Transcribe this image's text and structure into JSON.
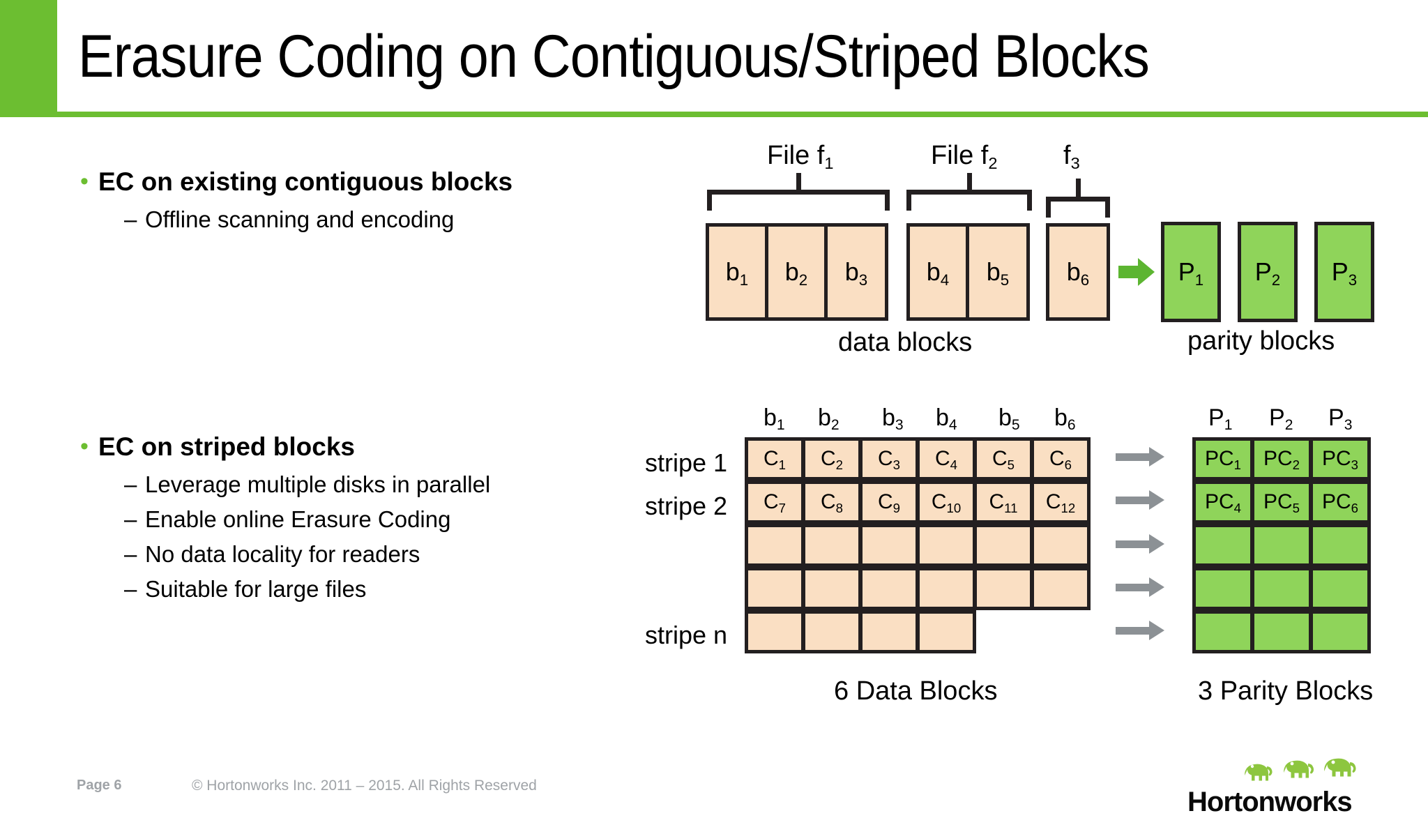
{
  "slide": {
    "title": "Erasure Coding on Contiguous/Striped Blocks",
    "accent_green": "#6CBE31",
    "peach_block": "#FADFC3",
    "green_block": "#8FD45A",
    "gray_arrow": "#8C9195"
  },
  "content": {
    "sections": [
      {
        "heading": "EC on existing contiguous blocks",
        "bullet_glyph": "•",
        "sub_items": [
          {
            "dash": "–",
            "text": "Offline scanning and encoding"
          }
        ]
      },
      {
        "heading": "EC on striped blocks",
        "bullet_glyph": "•",
        "sub_items": [
          {
            "dash": "–",
            "text": "Leverage multiple disks in parallel"
          },
          {
            "dash": "–",
            "text": "Enable online Erasure Coding"
          },
          {
            "dash": "–",
            "text": "No data locality for readers"
          },
          {
            "dash": "–",
            "text": "Suitable for large files"
          }
        ]
      }
    ]
  },
  "diagram_contiguous": {
    "file_labels": [
      {
        "text": "File f",
        "sub": "1"
      },
      {
        "text": "File f",
        "sub": "2"
      },
      {
        "text": "f",
        "sub": "3"
      }
    ],
    "data_blocks": [
      {
        "text": "b",
        "sub": "1"
      },
      {
        "text": "b",
        "sub": "2"
      },
      {
        "text": "b",
        "sub": "3"
      },
      {
        "text": "b",
        "sub": "4"
      },
      {
        "text": "b",
        "sub": "5"
      },
      {
        "text": "b",
        "sub": "6"
      }
    ],
    "parity_blocks": [
      {
        "text": "P",
        "sub": "1"
      },
      {
        "text": "P",
        "sub": "2"
      },
      {
        "text": "P",
        "sub": "3"
      }
    ],
    "caption_data": "data blocks",
    "caption_parity": "parity blocks"
  },
  "diagram_striped": {
    "column_headers": [
      {
        "text": "b",
        "sub": "1"
      },
      {
        "text": "b",
        "sub": "2"
      },
      {
        "text": "b",
        "sub": "3"
      },
      {
        "text": "b",
        "sub": "4"
      },
      {
        "text": "b",
        "sub": "5"
      },
      {
        "text": "b",
        "sub": "6"
      }
    ],
    "parity_headers": [
      {
        "text": "P",
        "sub": "1"
      },
      {
        "text": "P",
        "sub": "2"
      },
      {
        "text": "P",
        "sub": "3"
      }
    ],
    "row_labels": [
      {
        "text": "stripe 1",
        "row": 1
      },
      {
        "text": "stripe 2",
        "row": 2
      },
      {
        "text": "stripe n",
        "row": 5
      }
    ],
    "data_rows": [
      [
        {
          "text": "C",
          "sub": "1"
        },
        {
          "text": "C",
          "sub": "2"
        },
        {
          "text": "C",
          "sub": "3"
        },
        {
          "text": "C",
          "sub": "4"
        },
        {
          "text": "C",
          "sub": "5"
        },
        {
          "text": "C",
          "sub": "6"
        }
      ],
      [
        {
          "text": "C",
          "sub": "7"
        },
        {
          "text": "C",
          "sub": "8"
        },
        {
          "text": "C",
          "sub": "9"
        },
        {
          "text": "C",
          "sub": "10"
        },
        {
          "text": "C",
          "sub": "11"
        },
        {
          "text": "C",
          "sub": "12"
        }
      ],
      [
        {
          "text": "",
          "sub": ""
        },
        {
          "text": "",
          "sub": ""
        },
        {
          "text": "",
          "sub": ""
        },
        {
          "text": "",
          "sub": ""
        },
        {
          "text": "",
          "sub": ""
        },
        {
          "text": "",
          "sub": ""
        }
      ],
      [
        {
          "text": "",
          "sub": ""
        },
        {
          "text": "",
          "sub": ""
        },
        {
          "text": "",
          "sub": ""
        },
        {
          "text": "",
          "sub": ""
        },
        {
          "text": "",
          "sub": ""
        },
        {
          "text": "",
          "sub": ""
        }
      ],
      [
        {
          "text": "",
          "sub": ""
        },
        {
          "text": "",
          "sub": ""
        },
        {
          "text": "",
          "sub": ""
        },
        {
          "text": "",
          "sub": ""
        }
      ]
    ],
    "parity_rows": [
      [
        {
          "text": "PC",
          "sub": "1"
        },
        {
          "text": "PC",
          "sub": "2"
        },
        {
          "text": "PC",
          "sub": "3"
        }
      ],
      [
        {
          "text": "PC",
          "sub": "4"
        },
        {
          "text": "PC",
          "sub": "5"
        },
        {
          "text": "PC",
          "sub": "6"
        }
      ],
      [
        {
          "text": "",
          "sub": ""
        },
        {
          "text": "",
          "sub": ""
        },
        {
          "text": "",
          "sub": ""
        }
      ],
      [
        {
          "text": "",
          "sub": ""
        },
        {
          "text": "",
          "sub": ""
        },
        {
          "text": "",
          "sub": ""
        }
      ],
      [
        {
          "text": "",
          "sub": ""
        },
        {
          "text": "",
          "sub": ""
        },
        {
          "text": "",
          "sub": ""
        }
      ]
    ],
    "caption_data": "6 Data Blocks",
    "caption_parity": "3 Parity Blocks"
  },
  "footer": {
    "page": "Page 6",
    "copyright": "© Hortonworks Inc. 2011 – 2015. All Rights Reserved",
    "logo_text": "Hortonworks"
  }
}
